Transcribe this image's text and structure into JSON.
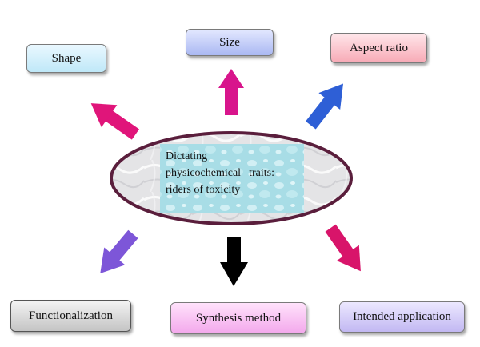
{
  "center": {
    "line1": "Dictating",
    "line2": "physicochemical traits:",
    "line3": "riders of toxicity"
  },
  "nodes": {
    "shape": "Shape",
    "size": "Size",
    "aspect_ratio": "Aspect ratio",
    "functionalization": "Functionalization",
    "synthesis_method": "Synthesis method",
    "intended_application": "Intended application"
  },
  "colors": {
    "arrow_shape": "#e0157a",
    "arrow_size": "#d8158c",
    "arrow_aspect": "#2e5fd6",
    "arrow_functionalization": "#7d56d8",
    "arrow_synthesis": "#000000",
    "arrow_intended": "#d8146a",
    "ellipse_border": "#5a1e3c"
  }
}
